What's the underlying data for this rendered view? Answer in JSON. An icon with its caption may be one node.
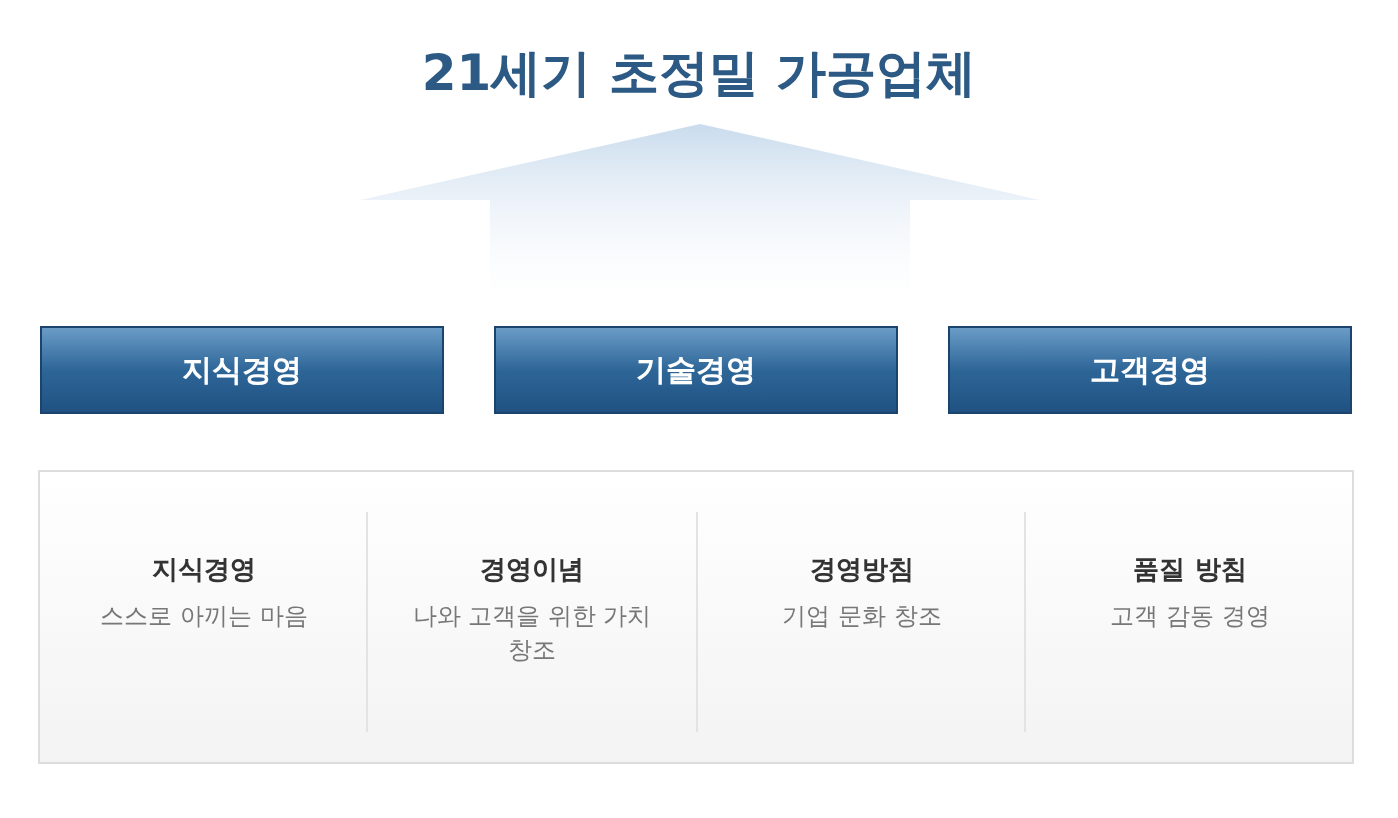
{
  "diagram": {
    "title": "21세기 초정밀 가공업체",
    "nodes": [
      {
        "text": [
          "지식경영"
        ]
      },
      {
        "text": [
          "기술경영"
        ]
      },
      {
        "text": [
          "고객경영"
        ]
      },
      {
        "text": [],
        "shape": "box"
      },
      {
        "text": [
          "지식경영",
          "스스로 아끼는 마음"
        ],
        "in": 3
      },
      {
        "text": [
          "경영이념",
          "나와 고객을 위한 가치 창조"
        ],
        "in": 3
      },
      {
        "text": [
          "경영방침",
          "기업 문화 창조"
        ],
        "in": 3
      },
      {
        "text": [
          "품질 방침",
          "고객 감동 경영"
        ],
        "in": 3
      }
    ],
    "edges": []
  }
}
